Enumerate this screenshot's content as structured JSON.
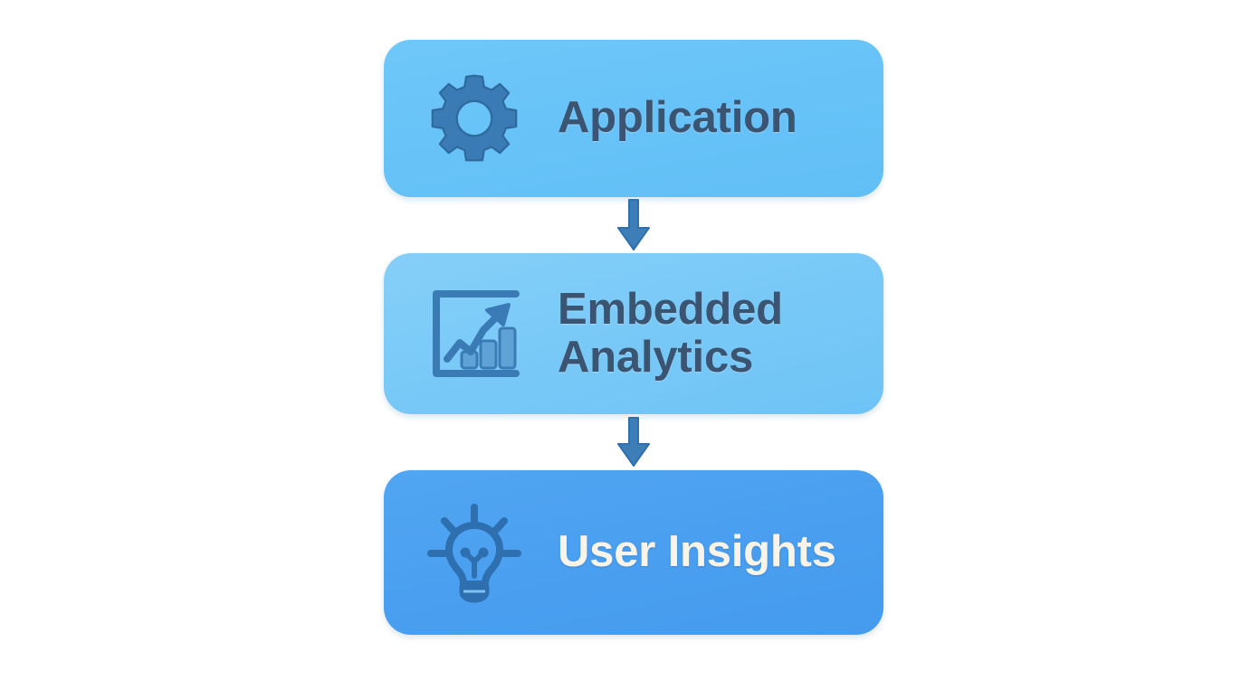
{
  "diagram": {
    "type": "vertical-flow",
    "background_color": "#FFFFFF",
    "nodes": [
      {
        "id": "application",
        "label": "Application",
        "icon": "gear-icon",
        "fill_color": "#6BC5F8",
        "text_color": "#3A5472",
        "icon_color": "#3B7BB5"
      },
      {
        "id": "embedded-analytics",
        "label": "Embedded\nAnalytics",
        "icon": "analytics-chart-icon",
        "fill_color": "#7CCBF7",
        "text_color": "#3A5472",
        "icon_color": "#3B7BB5"
      },
      {
        "id": "user-insights",
        "label": "User Insights",
        "icon": "lightbulb-icon",
        "fill_color": "#4A9FF0",
        "text_color": "#FAF3E8",
        "icon_color": "#2E6FAF"
      }
    ],
    "connectors": [
      {
        "id": "application-to-embedded",
        "icon": "arrow-down-icon",
        "color": "#3D7EB8"
      },
      {
        "id": "embedded-to-insights",
        "icon": "arrow-down-icon",
        "color": "#3D7EB8"
      }
    ]
  }
}
